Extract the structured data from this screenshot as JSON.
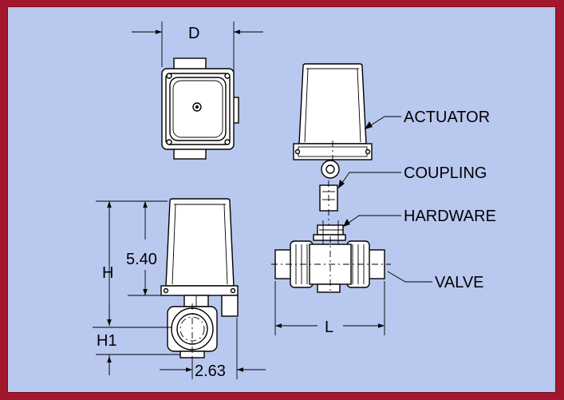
{
  "colors": {
    "border": "#a3172e",
    "background": "#b9c8ef",
    "part_fill": "#ffffff",
    "line": "#000000"
  },
  "callouts": {
    "actuator": "ACTUATOR",
    "coupling": "COUPLING",
    "hardware": "HARDWARE",
    "valve": "VALVE"
  },
  "dimensions": {
    "d": "D",
    "h": "H",
    "h1": "H1",
    "height_value": "5.40",
    "offset_value": "2.63",
    "l": "L"
  }
}
